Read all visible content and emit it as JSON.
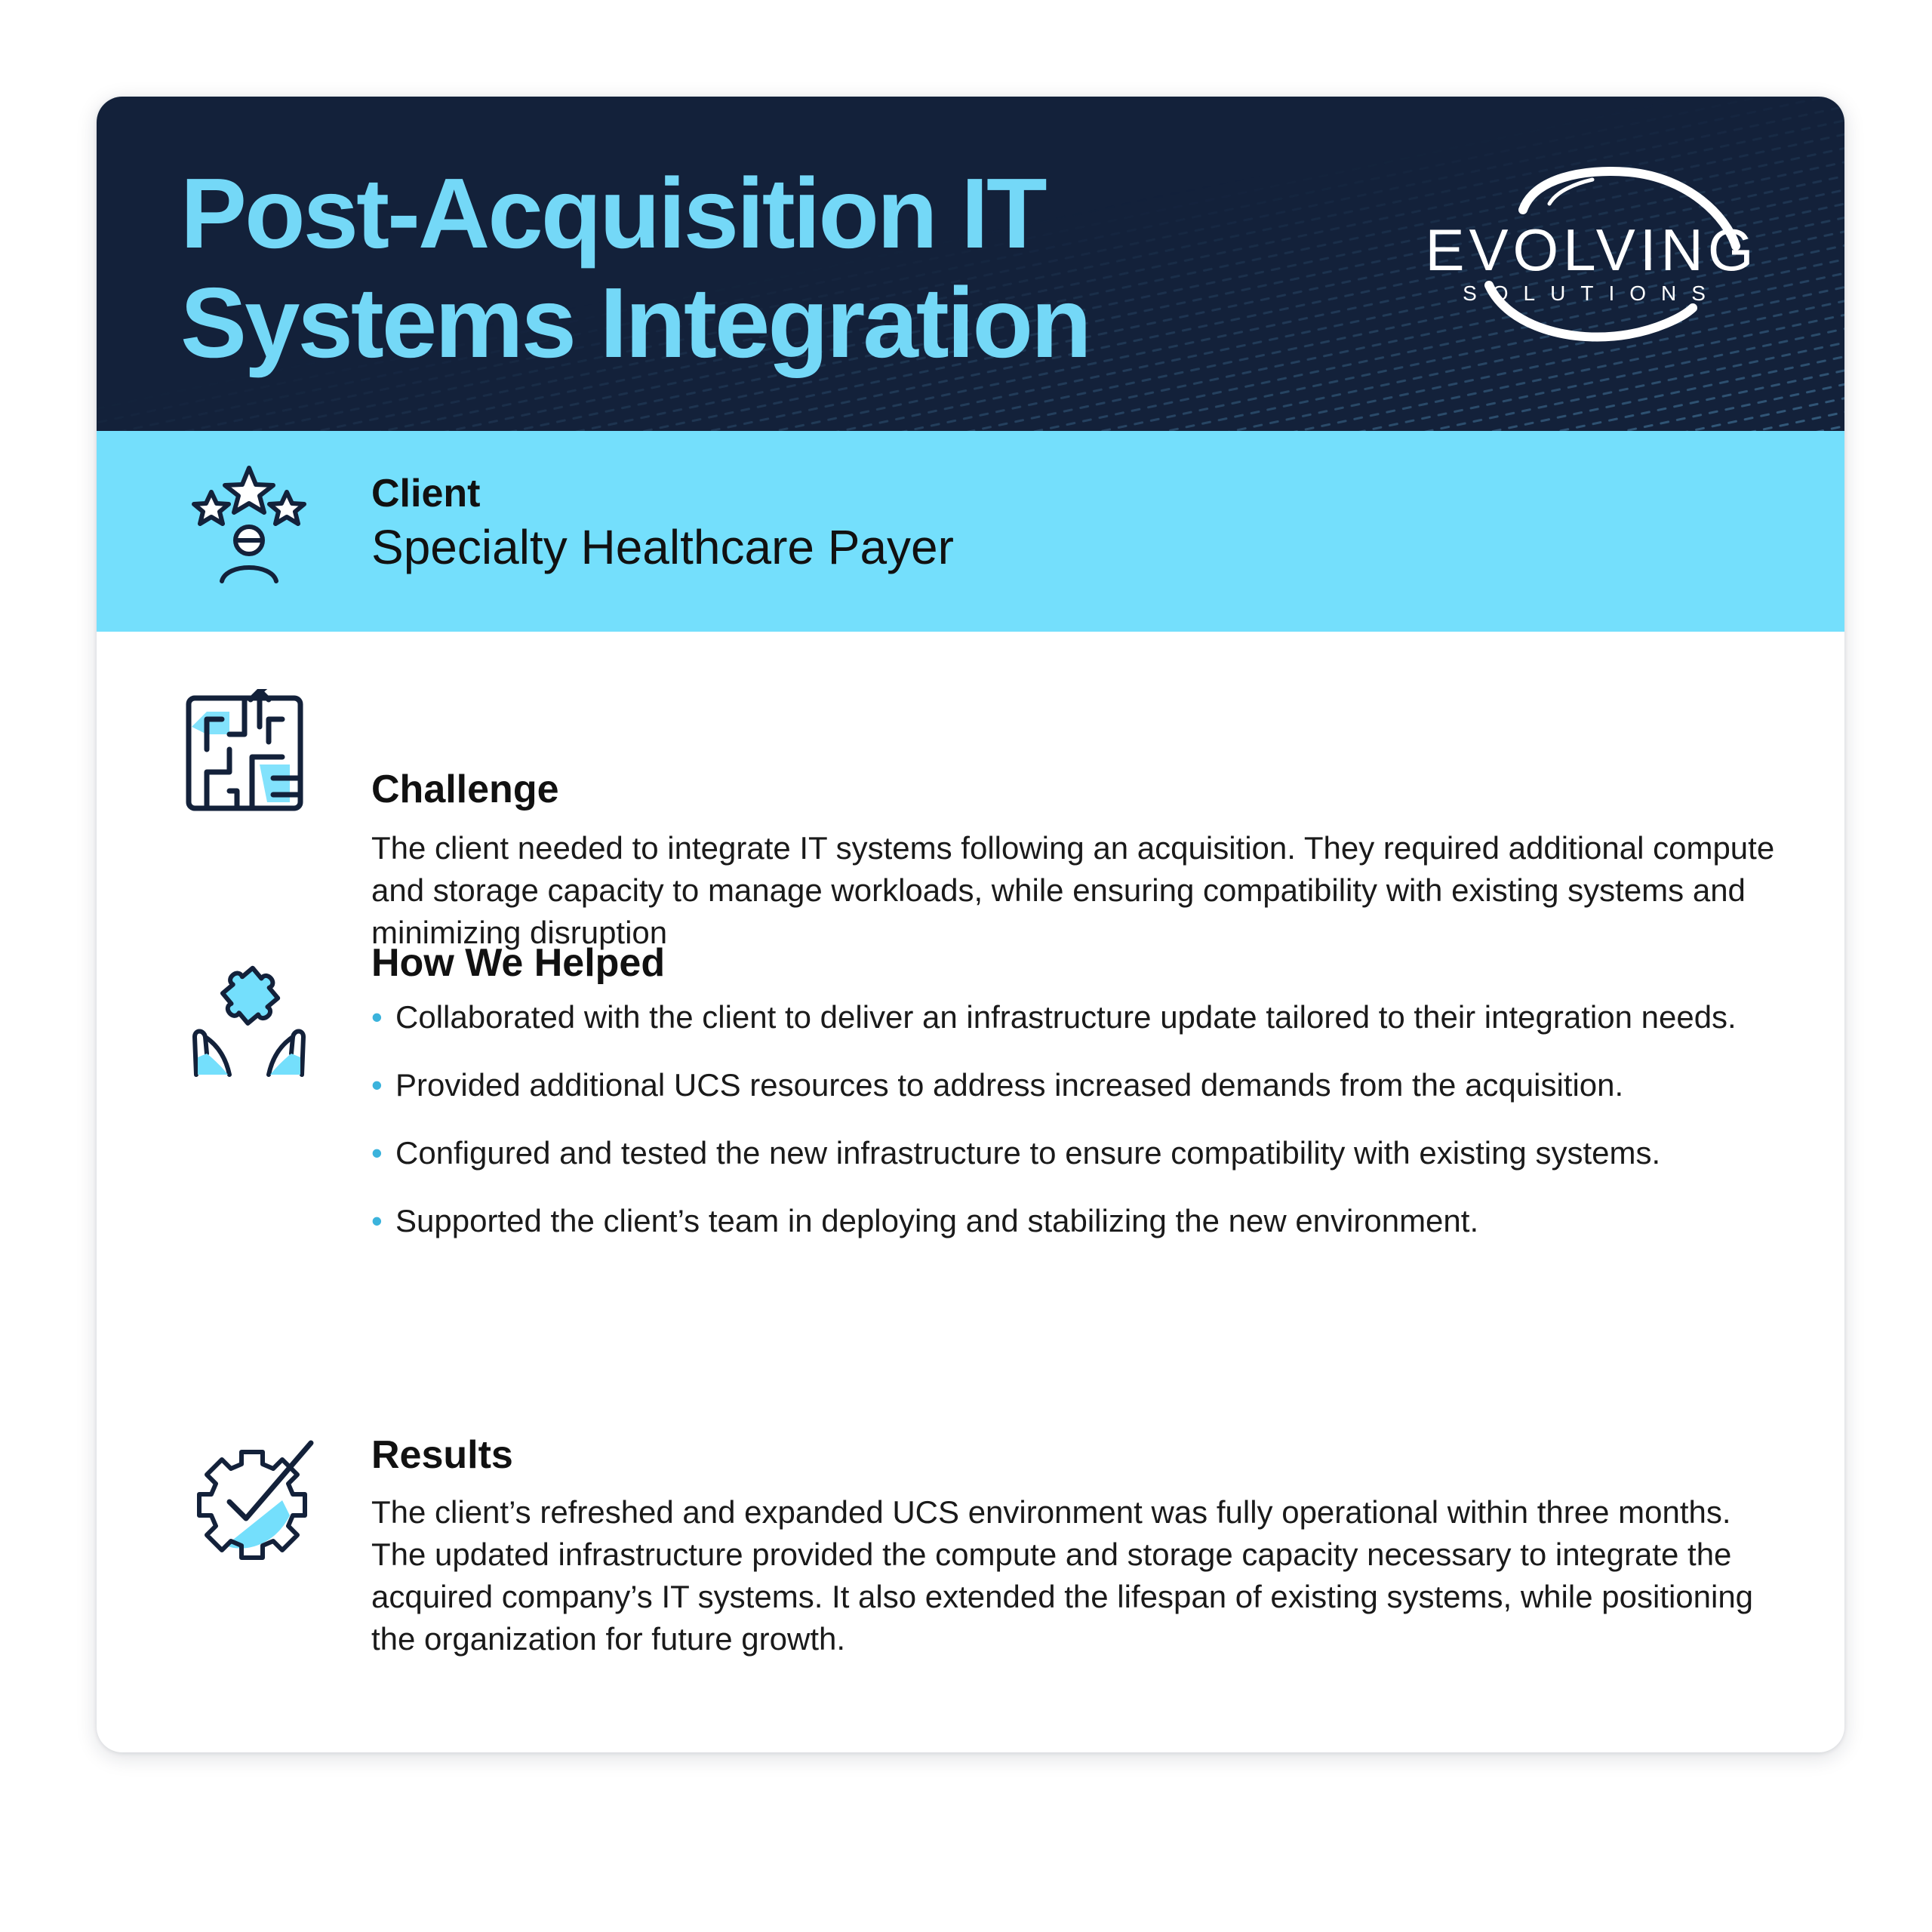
{
  "header": {
    "title_line1": "Post-Acquisition IT",
    "title_line2": "Systems Integration",
    "logo_text": "EVOLVING",
    "logo_subtext": "SOLUTIONS"
  },
  "client": {
    "label": "Client",
    "name": "Specialty Healthcare Payer",
    "icon": "person-stars-icon"
  },
  "challenge": {
    "label": "Challenge",
    "icon": "maze-icon",
    "text": "The client needed to integrate IT systems following an acquisition. They required additional compute and storage capacity to manage workloads, while ensuring compatibility with existing systems and minimizing disruption"
  },
  "how_we_helped": {
    "label": "How We Helped",
    "icon": "hands-puzzle-icon",
    "bullets": [
      "Collaborated with the client to deliver an infrastructure update tailored to their integration needs.",
      "Provided additional UCS resources to address increased demands from the acquisition.",
      "Configured and tested the new infrastructure to ensure compatibility with existing systems.",
      "Supported the client’s team in deploying and stabilizing the new environment."
    ]
  },
  "results": {
    "label": "Results",
    "icon": "gear-check-icon",
    "text": "The client’s refreshed and expanded UCS environment was fully operational within three months. The updated infrastructure provided the compute and storage capacity necessary to integrate the acquired company’s IT systems. It also extended the lifespan of existing systems, while positioning the organization for future growth."
  },
  "colors": {
    "header_bg": "#13213a",
    "title": "#74d8f7",
    "accent_band": "#74dffc",
    "bullet": "#3bb3dc"
  }
}
